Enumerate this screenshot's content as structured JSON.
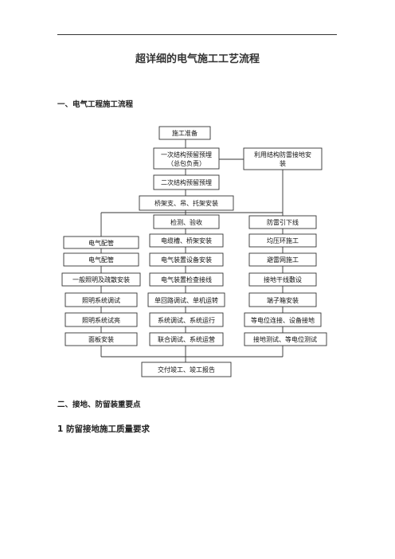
{
  "doc": {
    "title": "超详细的电气施工工艺流程",
    "section1": "一、电气工程施工流程",
    "section2": "二、接地、防留装重要点",
    "subsection": "1 防留接地施工质量要求"
  },
  "flowchart": {
    "center": {
      "prep": "施工准备",
      "first_embed_l1": "一次结构预留预埋",
      "first_embed_l2": "（总包负责）",
      "second_embed": "二次结构预留预埋",
      "bracket": "桥架支、吊、托架安装",
      "inspect": "检测、验收",
      "tray": "电缆槽、桥架安装",
      "device": "电气装置设备安装",
      "wiring_check": "电气装置检查接线",
      "loop_test": "单回路调试、单机运转",
      "sys_test": "系统调试、系统运行",
      "joint_test": "联合调试、系统运营",
      "handover": "交付竣工、竣工报告"
    },
    "right": {
      "struct_lightning_l1": "利用结构防雷接地安",
      "struct_lightning_l2": "装",
      "down_lead": "防雷引下线",
      "ring": "均压环施工",
      "net": "避雷网施工",
      "main_line": "接地干线敷设",
      "terminal_box": "端子箱安装",
      "equi_conn": "等电位连接、设备接地",
      "ground_test": "接地测试、等电位测试"
    },
    "left": {
      "conduit1": "电气配管",
      "conduit2": "电气配管",
      "lighting": "一般照明及疏散安装",
      "light_test": "照明系统调试",
      "light_run": "照明系统试亮",
      "panel": "面板安装"
    }
  }
}
